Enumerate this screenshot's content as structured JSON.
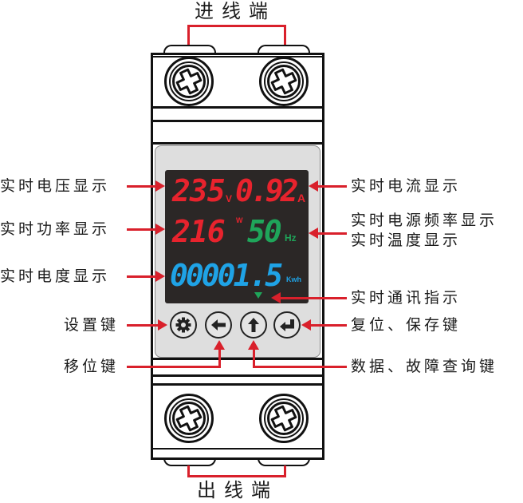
{
  "terminals": {
    "top_label": "进线端",
    "bottom_label": "出线端"
  },
  "display": {
    "row1": {
      "voltage": "235",
      "voltage_unit": "V",
      "current": "0.92",
      "current_unit": "A"
    },
    "row2": {
      "power": "216",
      "power_unit": "W",
      "frequency": "50",
      "frequency_unit": "Hz"
    },
    "row3": {
      "energy": "00001.5",
      "energy_unit": "Kwh"
    },
    "comm_indicator": "green-triangle"
  },
  "colors": {
    "red_digits": "#e8232d",
    "green_digits": "#1fa55a",
    "blue_digits": "#1fa3e6",
    "lcd_background": "#2b2726",
    "panel": "#dedede",
    "callout_red": "#d9202b"
  },
  "buttons": [
    {
      "icon": "gear-icon",
      "name": "set"
    },
    {
      "icon": "arrow-left-icon",
      "name": "shift"
    },
    {
      "icon": "arrow-up-icon",
      "name": "data-query"
    },
    {
      "icon": "enter-icon",
      "name": "reset-save"
    }
  ],
  "callouts": {
    "left": [
      "实时电压显示",
      "实时功率显示",
      "实时电度显示",
      "设置键",
      "移位键"
    ],
    "right": [
      "实时电流显示",
      "实时电源频率显示",
      "实时温度显示",
      "实时通讯指示",
      "复位、保存键",
      "数据、故障查询键"
    ]
  }
}
